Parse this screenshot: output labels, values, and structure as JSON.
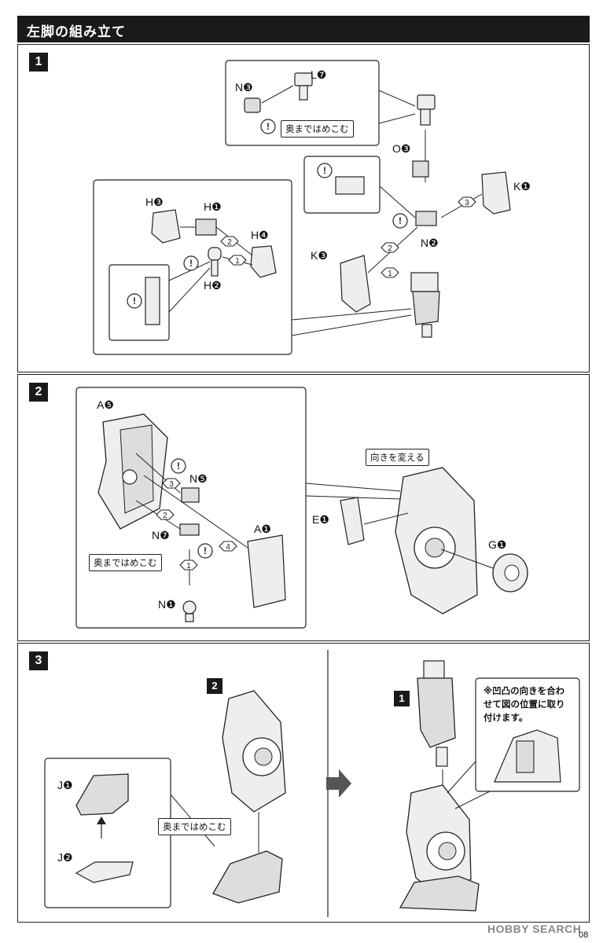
{
  "page": {
    "title": "左脚の組み立て",
    "page_number": "08",
    "watermark": "HOBBY SEARCH"
  },
  "step1": {
    "number": "1",
    "labels": {
      "n3": "N❸",
      "l7": "L❼",
      "o3": "O❸",
      "k1": "K❶",
      "n2": "N❷",
      "k3": "K❸",
      "h3": "H❸",
      "h1": "H❶",
      "h4": "H❹",
      "h2": "H❷"
    },
    "note_push": "奥まではめこむ",
    "order": [
      "1",
      "2",
      "3"
    ]
  },
  "step2": {
    "number": "2",
    "labels": {
      "a5": "A❺",
      "n5": "N❺",
      "n7": "N❼",
      "a1": "A❶",
      "n1": "N❶",
      "e1": "E❶",
      "g1": "G❶"
    },
    "note_push": "奥まではめこむ",
    "note_turn": "向きを変える",
    "order": [
      "1",
      "2",
      "3",
      "4"
    ]
  },
  "step3": {
    "number": "3",
    "labels": {
      "j1": "J❶",
      "j2": "J❷"
    },
    "sub_step_2": "2",
    "sub_step_1": "1",
    "note_push": "奥まではめこむ",
    "caution": "※凹凸の向きを合わせて図の位置に取り付けます。"
  },
  "icons": {
    "warning": "!"
  }
}
